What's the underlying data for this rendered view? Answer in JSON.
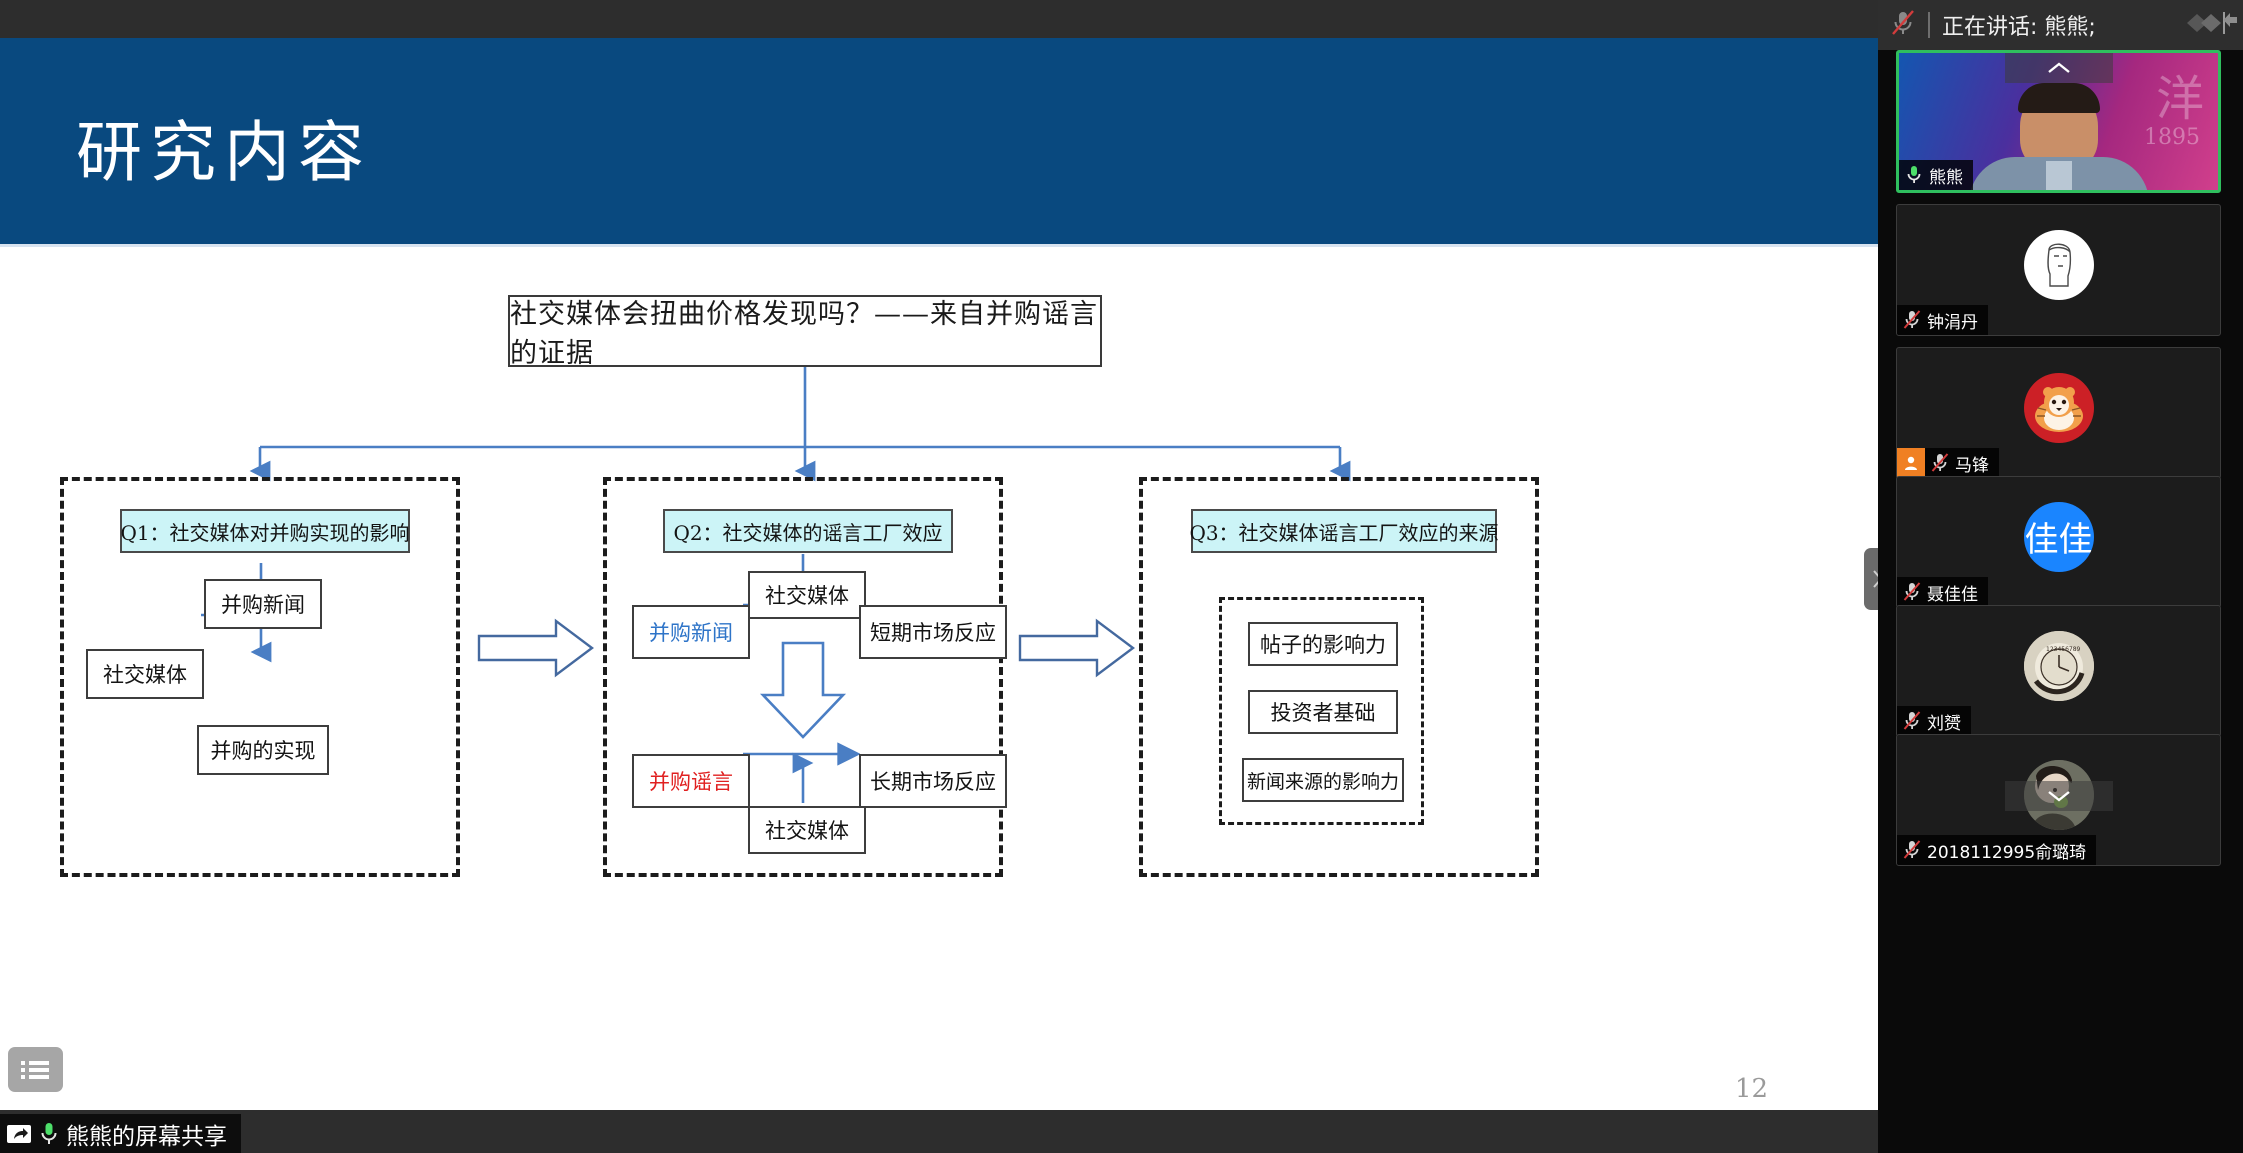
{
  "app": {
    "speaker_banner": "正在讲话: 熊熊;",
    "share_status": "熊熊的屏幕共享"
  },
  "slide": {
    "title": "研究内容",
    "page_number": "12",
    "root_box": "社交媒体会扭曲价格发现吗？——来自并购谣言的证据",
    "panels": [
      {
        "head": "Q1：社交媒体对并购实现的影响",
        "nodes": [
          {
            "label": "并购新闻",
            "style": "plain"
          },
          {
            "label": "社交媒体",
            "style": "plain"
          },
          {
            "label": "并购的实现",
            "style": "plain"
          }
        ]
      },
      {
        "head": "Q2：社交媒体的谣言工厂效应",
        "nodes": [
          {
            "label": "社交媒体",
            "style": "plain"
          },
          {
            "label": "并购新闻",
            "style": "blue"
          },
          {
            "label": "短期市场反应",
            "style": "plain"
          },
          {
            "label": "并购谣言",
            "style": "red"
          },
          {
            "label": "长期市场反应",
            "style": "plain"
          },
          {
            "label": "社交媒体",
            "style": "plain"
          }
        ]
      },
      {
        "head": "Q3：社交媒体谣言工厂效应的来源",
        "nodes": [
          {
            "label": "帖子的影响力",
            "style": "plain"
          },
          {
            "label": "投资者基础",
            "style": "plain"
          },
          {
            "label": "新闻来源的影响力",
            "style": "plain"
          }
        ]
      }
    ]
  },
  "participants": [
    {
      "name": "熊熊",
      "muted": false,
      "host": false,
      "active": true,
      "avatar_type": "video",
      "initials": ""
    },
    {
      "name": "钟涓丹",
      "muted": true,
      "host": false,
      "active": false,
      "avatar_type": "line-art",
      "initials": ""
    },
    {
      "name": "马锋",
      "muted": true,
      "host": true,
      "active": false,
      "avatar_type": "tiger",
      "initials": ""
    },
    {
      "name": "聂佳佳",
      "muted": true,
      "host": false,
      "active": false,
      "avatar_type": "initials",
      "initials": "佳佳"
    },
    {
      "name": "刘赟",
      "muted": true,
      "host": false,
      "active": false,
      "avatar_type": "photo",
      "initials": ""
    },
    {
      "name": "2018112995俞璐琦",
      "muted": true,
      "host": false,
      "active": false,
      "avatar_type": "photo",
      "initials": ""
    }
  ],
  "colors": {
    "slide_header_blue": "#09497f",
    "question_head_cyan": "#ccf4f7",
    "connector_blue": "#4a7ec4",
    "node_blue_text": "#2e74c8",
    "node_red_text": "#e02020",
    "active_speaker_green": "#2fbf5e",
    "host_badge_orange": "#f08023"
  }
}
